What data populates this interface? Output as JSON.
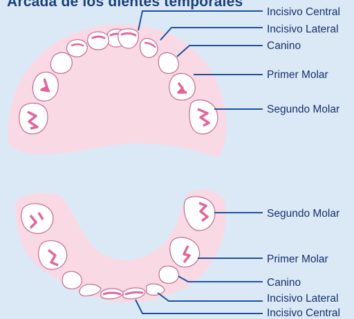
{
  "title": "Arcada de los dientes temporales",
  "colors": {
    "background": "#dbe9f7",
    "gum": "#f9d9e4",
    "line": "#1e4f9a",
    "tooth_mark": "#e4649a"
  },
  "upper_arch": {
    "labels": {
      "central_incisor": "Incisivo Central",
      "lateral_incisor": "Incisivo Lateral",
      "canine": "Canino",
      "first_molar": "Primer Molar",
      "second_molar": "Segundo Molar"
    }
  },
  "lower_arch": {
    "labels": {
      "second_molar": "Segundo Molar",
      "first_molar": "Primer Molar",
      "canine": "Canino",
      "lateral_incisor": "Incisivo Lateral",
      "central_incisor": "Incisivo Central"
    }
  }
}
